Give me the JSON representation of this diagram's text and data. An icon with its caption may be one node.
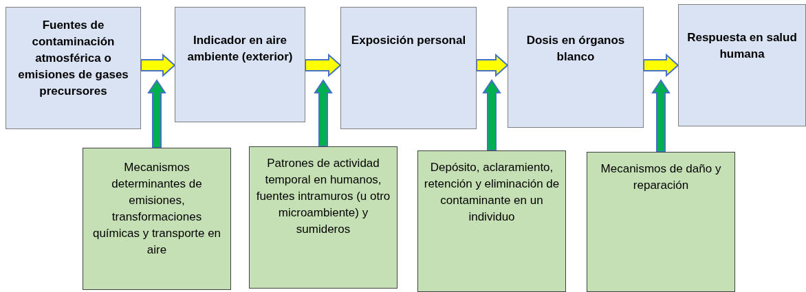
{
  "diagram": {
    "nodes": [
      {
        "text": [
          "Fuentes de contaminación atmosférica o emisiones de gases precursores"
        ]
      },
      {
        "text": [
          "Indicador en aire ambiente (exterior)"
        ]
      },
      {
        "text": [
          "Exposición personal"
        ]
      },
      {
        "text": [
          "Dosis en órganos blanco"
        ]
      },
      {
        "text": [
          "Respuesta en salud humana"
        ]
      },
      {
        "text": [
          "Mecanismos determinantes de emisiones, transformaciones químicas y transporte en aire"
        ]
      },
      {
        "text": [
          "Patrones de actividad temporal en humanos, fuentes intramuros (u otro microambiente) y sumideros"
        ]
      },
      {
        "text": [
          "Depósito, aclaramiento, retención y eliminación de contaminante en un individuo"
        ]
      },
      {
        "text": [
          "Mecanismos de daño y reparación"
        ]
      }
    ],
    "edges": [
      {
        "from": 0,
        "to": 1,
        "arrow": "to",
        "color": "#ffff00"
      },
      {
        "from": 1,
        "to": 2,
        "arrow": "to",
        "color": "#ffff00"
      },
      {
        "from": 2,
        "to": 3,
        "arrow": "to",
        "color": "#ffff00"
      },
      {
        "from": 3,
        "to": 4,
        "arrow": "to",
        "color": "#ffff00"
      },
      {
        "from": 5,
        "to": null,
        "arrow": "to",
        "color": "#00b050"
      },
      {
        "from": 6,
        "to": null,
        "arrow": "to",
        "color": "#00b050"
      },
      {
        "from": 7,
        "to": null,
        "arrow": "to",
        "color": "#00b050"
      },
      {
        "from": 8,
        "to": null,
        "arrow": "to",
        "color": "#00b050"
      }
    ]
  }
}
